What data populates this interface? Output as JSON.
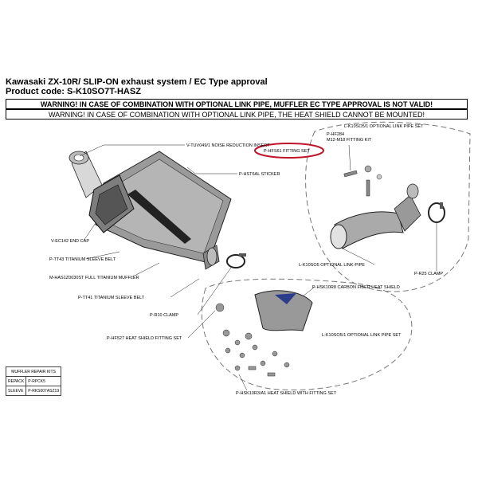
{
  "header": {
    "title_line1": "Kawasaki ZX-10R/ SLIP-ON exhaust system / EC Type approval",
    "title_line2": "Product code:  S-K10SO7T-HASZ"
  },
  "warnings": {
    "line1": "WARNING! IN CASE OF COMBINATION WITH OPTIONAL LINK PIPE, MUFFLER EC TYPE APPROVAL IS NOT VALID!",
    "line2": "WARNING! IN CASE OF COMBINATION WITH OPTIONAL LINK PIPE, THE HEAT SHIELD CANNOT BE MOUNTED!"
  },
  "labels": {
    "noise_insert": "V-TUV049/1  NOISE REDUCTION INSERT",
    "sticker": "P-HST6AL STICKER",
    "end_cap": "V-EC142 END CAP",
    "sleeve_belt_1": "P-TT43 TITANIUM SLEEVE BELT",
    "muffler": "M-HAS1Z0030ST  FULL TITANIUM MUFFLER",
    "sleeve_belt_2": "P-TT41 TITANIUM SLEEVE BELT",
    "clamp_r10": "P-R10 CLAMP",
    "hs_fitting": "P-HF527  HEAT SHIELD FITTING SET",
    "fitting_set": "P-HFS61 FITTING SET",
    "m12_kit_1": "P-HF284",
    "m12_kit_2": "M12-M18 FITTING KIT",
    "link_set_top": "L-K10SO5/1 OPTIONAL LINK PIPE SET",
    "optional_link_pipe": "L-K10SO5 OPTIONAL LINK-PIPE",
    "clamp_r25": "P-R25 CLAMP",
    "carbon_hs": "P-HSK10R8 CARBON FIBER HEAT SHIELD",
    "link_set_bottom": "L-K10SO5/1 OPTIONAL LINK PIPE SET",
    "hs_with_fitting": "P-HSK10R3/A1 HEAT SHIELD WITH FITTING SET"
  },
  "repair_kits": {
    "header": "MUFFLER REPAIR KITS",
    "rows": [
      {
        "name": "REPACK",
        "code": "P-RPCK5"
      },
      {
        "name": "SLEEVE",
        "code": "P-RKS007ASZ19"
      }
    ]
  },
  "colors": {
    "highlight": "#c0142a",
    "dash": "#777777"
  }
}
